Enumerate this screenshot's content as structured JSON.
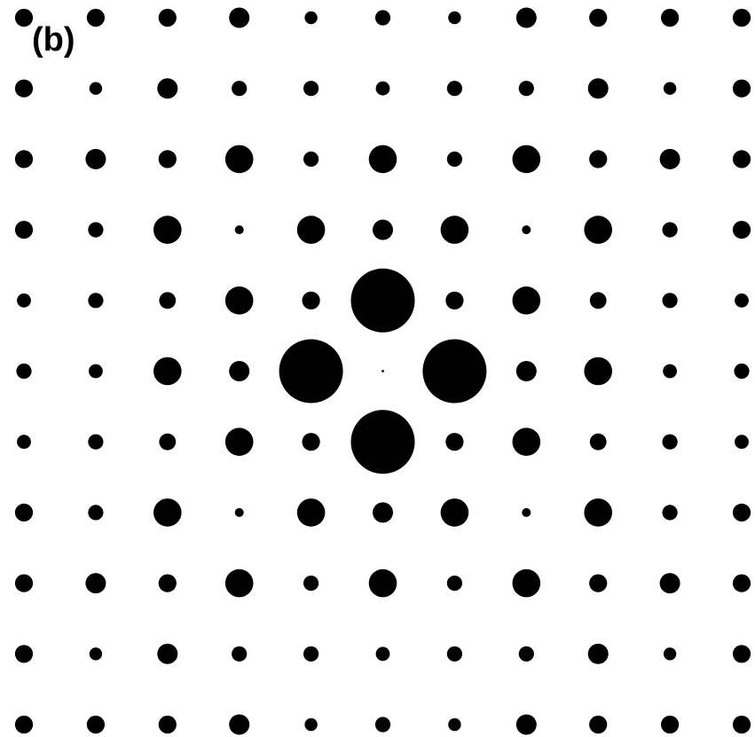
{
  "panel_label": "(b)",
  "dot_color": "#000000",
  "background_color": "#ffffff",
  "lattice": {
    "rows": 11,
    "cols": 11,
    "relative_intensity": [
      [
        0.56,
        0.56,
        0.56,
        0.64,
        0.4,
        0.48,
        0.4,
        0.64,
        0.56,
        0.56,
        0.56
      ],
      [
        0.56,
        0.4,
        0.64,
        0.48,
        0.48,
        0.44,
        0.48,
        0.48,
        0.64,
        0.4,
        0.56
      ],
      [
        0.56,
        0.64,
        0.56,
        0.88,
        0.48,
        0.88,
        0.48,
        0.88,
        0.56,
        0.64,
        0.56
      ],
      [
        0.56,
        0.48,
        0.88,
        0.28,
        0.88,
        0.64,
        0.88,
        0.28,
        0.88,
        0.48,
        0.56
      ],
      [
        0.44,
        0.48,
        0.52,
        0.88,
        0.56,
        2.0,
        0.56,
        0.88,
        0.52,
        0.48,
        0.44
      ],
      [
        0.48,
        0.44,
        0.88,
        0.64,
        2.0,
        0.08,
        2.0,
        0.64,
        0.88,
        0.44,
        0.48
      ],
      [
        0.44,
        0.48,
        0.52,
        0.88,
        0.56,
        2.0,
        0.56,
        0.88,
        0.52,
        0.48,
        0.44
      ],
      [
        0.56,
        0.48,
        0.88,
        0.28,
        0.88,
        0.64,
        0.88,
        0.28,
        0.88,
        0.48,
        0.56
      ],
      [
        0.56,
        0.64,
        0.56,
        0.88,
        0.48,
        0.88,
        0.48,
        0.88,
        0.56,
        0.64,
        0.56
      ],
      [
        0.56,
        0.4,
        0.64,
        0.48,
        0.48,
        0.44,
        0.48,
        0.48,
        0.64,
        0.4,
        0.56
      ],
      [
        0.56,
        0.56,
        0.56,
        0.64,
        0.4,
        0.48,
        0.4,
        0.64,
        0.56,
        0.56,
        0.56
      ]
    ]
  }
}
